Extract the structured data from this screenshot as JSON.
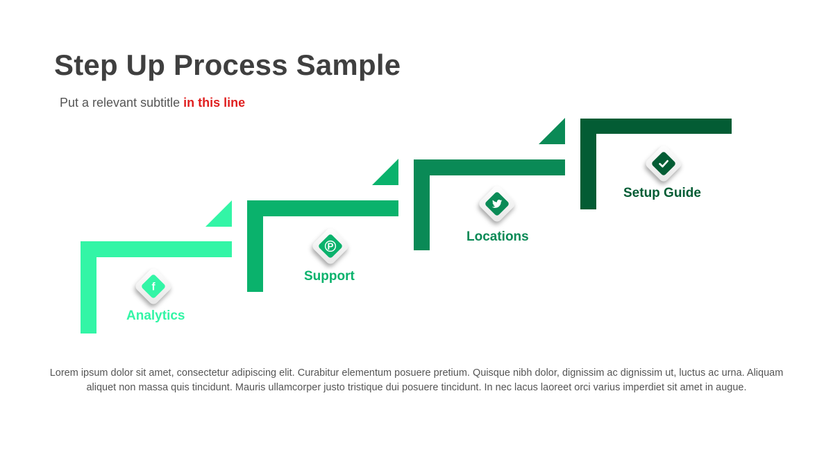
{
  "title": "Step Up Process Sample",
  "subtitle": {
    "prefix": "Put a relevant subtitle ",
    "highlight": "in this line",
    "highlight_color": "#e02020"
  },
  "steps": [
    {
      "label": "Analytics",
      "icon": "facebook-icon",
      "color": "#33f5a6"
    },
    {
      "label": "Support",
      "icon": "pinterest-icon",
      "color": "#0ab26c"
    },
    {
      "label": "Locations",
      "icon": "twitter-icon",
      "color": "#0a8a56"
    },
    {
      "label": "Setup Guide",
      "icon": "checkmark-icon",
      "color": "#035c34"
    }
  ],
  "body": "Lorem ipsum dolor sit amet, consectetur adipiscing elit. Curabitur elementum posuere pretium. Quisque nibh dolor, dignissim ac dignissim ut, luctus ac urna. Aliquam aliquet non massa quis tincidunt. Mauris ullamcorper justo tristique dui posuere tincidunt. In nec lacus laoreet orci varius imperdiet sit amet in augue."
}
